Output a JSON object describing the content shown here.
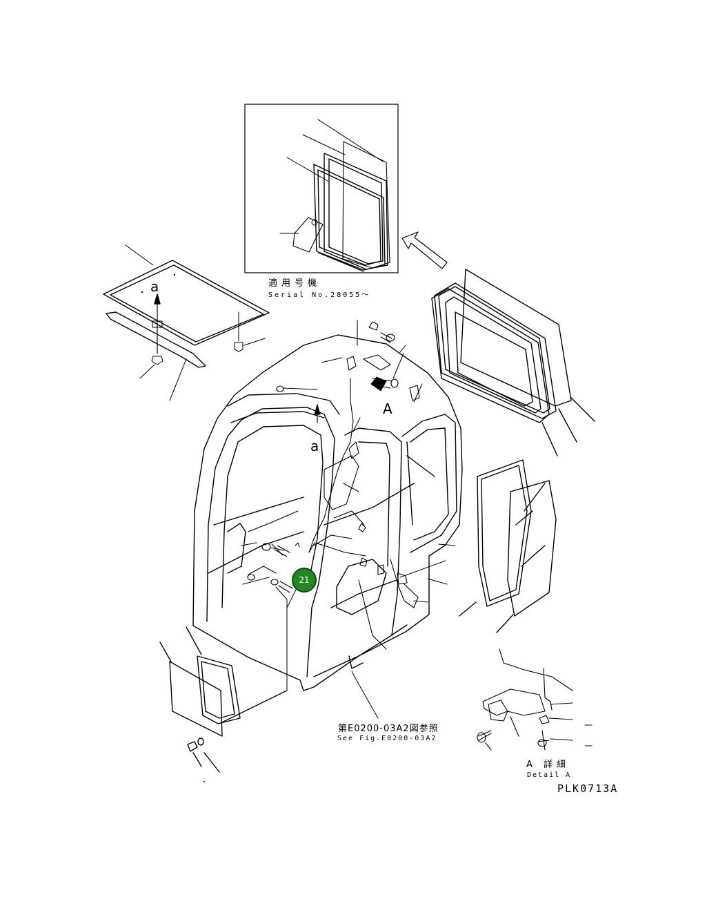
{
  "inset": {
    "label_jp": "適用号機",
    "label_en": "Serial No.28055〜"
  },
  "view_marks": {
    "a_top": "a",
    "a_mid": "a",
    "A_main": "A"
  },
  "reference": {
    "label_jp": "第E0200-03A2図参照",
    "label_en": "See Fig.E0200-03A2"
  },
  "detail": {
    "label_jp": "A 詳細",
    "label_en": "Detail A"
  },
  "drawing_code": "PLK0713A",
  "callouts": [
    {
      "number": "21",
      "color": "#1f8a1f"
    }
  ]
}
